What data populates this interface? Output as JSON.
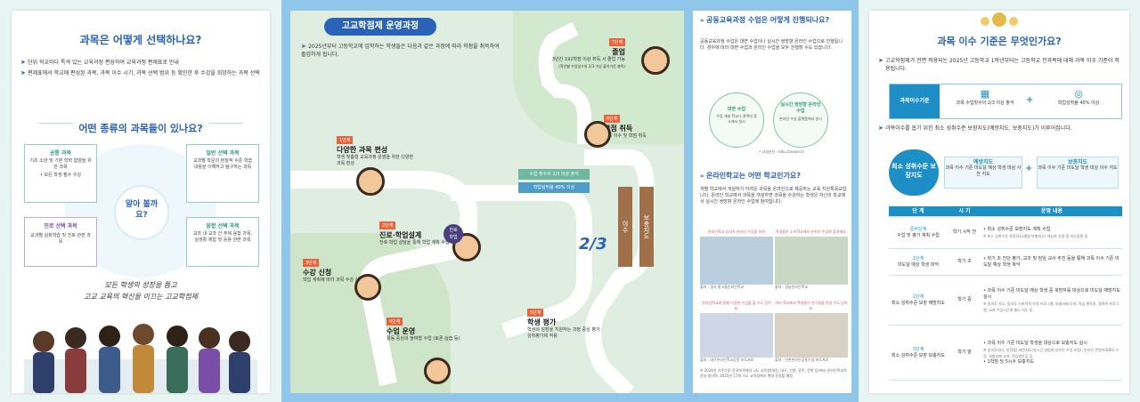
{
  "left_panel": {
    "title": "과목은 어떻게 선택하나요?",
    "bullets": [
      "단위 학교마다 특색 있는 교육과정 편성하여 교육과정 편제표로 안내",
      "편제표에서 학교에 편성된 과목, 과목 이수 시기, 과목 선택 범위 등 확인한 후 수강을 희망하는 과목 선택"
    ],
    "subtitle": "어떤 종류의 과목들이 있나요?",
    "center_label": "알아 볼까요?",
    "boxes": {
      "common": {
        "title": "공통 과목",
        "desc": "기초 소양 및 기본 학력 함양을 위한 과목",
        "note": "• 모든 학생 필수 수강"
      },
      "general": {
        "title": "일반 선택 과목",
        "desc": "교과별 학문의 본질적 수준 학습 내용을 이해하고 탐구하는 과목"
      },
      "career": {
        "title": "진로 선택 과목",
        "desc": "교과별 심화학습 및 진로 관련 과목"
      },
      "fusion": {
        "title": "융합 선택 과목",
        "desc": "교과 내·교과 간 주제 융합 과목, 실생활 체험 및 응용 관련 과목"
      }
    },
    "slogan_line1": "모든 학생의 성장을 돕고",
    "slogan_line2": "고교 교육의 혁신을 이끄는 고교학점제"
  },
  "map_panel": {
    "header": "고교학점제 운영과정",
    "intro": "2025년부터 고등학교에 입학하는 학생들은 다음과 같은 과정에 따라 학점을 취득하여 졸업하게 됩니다.",
    "badge_credit": "진로\n학업",
    "ribbon_top": "수업 횟수의 2/3 이상 출석",
    "ribbon_bottom": "학업성취율 40% 이상",
    "fraction": "2/3",
    "sign_left": "이수",
    "sign_right": "보충지도",
    "steps": [
      {
        "num": "1단계",
        "title": "다양한 과목 편성",
        "desc": "학생 맞춤형 교육과정 운영을 위한 다양한 과목 편성"
      },
      {
        "num": "2단계",
        "title": "진로·학업설계",
        "desc": "진로·학업 상담을 통해 학업 계획 수립"
      },
      {
        "num": "3단계",
        "title": "수강 신청",
        "desc": "학업 계획에 따라 과목 수강 신청"
      },
      {
        "num": "4단계",
        "title": "수업 운영",
        "desc": "활동 중심의 참여형 수업 (토론·실습 등)"
      },
      {
        "num": "5단계",
        "title": "학생 평가",
        "desc": "학생의 성장을 지원하는 과정 중심 평가 성취평가제 적용"
      },
      {
        "num": "6단계",
        "title": "학점 취득",
        "desc": "과목 이수 및 학점 취득"
      },
      {
        "num": "7단계",
        "title": "졸업",
        "desc": "3년간 192학점 이상 취득 시 졸업 가능",
        "note": "(학년별 수업일수의 2/3 이상 출석기준 충족)"
      }
    ]
  },
  "mid_panel": {
    "q1": "공동교육과정 수업은 어떻게 진행되나요?",
    "q1_text": "공동교육과정 수업은 대면 수업이나 실시간 쌍방향 온라인 수업으로 진행됩니다. 경우에 따라 대면 수업과 온라인 수업을 모두 진행할 수도 있습니다.",
    "circle_left_title": "대면 수업",
    "circle_left_desc": "수업 개설 학교나 권역의 장소에서 실시",
    "circle_right_title": "실시간 쌍방향 온라인 수업",
    "circle_right_desc": "온라인 수업 플랫폼에서 실시",
    "source1": "• 교실온닷 : edu.classon.kr",
    "q2": "온라인학교는 어떤 학교인가요?",
    "q2_text": "개별 학교에서 개설하기 어려운 과목을 온라인으로 제공하는 교육 지원특목교입니다. 온라인 학교에서 과목을 개설하면 과목을 수강하는 학생은 자신의 학교에서 실시간 쌍방향 온라인 수업에 참여합니다.",
    "photos": [
      {
        "caption": "온라인학교 강사가 온라인 수업을 하면",
        "source": "출처 : 경기 빛고을온라인학교"
      },
      {
        "caption": "학생들은 소속학교에서 온라인 수업에 참여해요.",
        "source": "출처 : 경남온라인학교"
      },
      {
        "caption": "온라인학교와 함께 다양한 수업을 할 수도 있어요.",
        "source": "출처 : 대구온라인학교공동 보도자료"
      },
      {
        "caption": "여러 학교에서 학생들이 친구들을 만날 수도 있어요.",
        "source": "출처 : 인천온라인공동수업 보도자료"
      }
    ],
    "footnote": "※ 2024년 기준으로 전국에 9개의 시도 교육청(대전, 대구, 인천, 광주, 전북 등)에서 온라인학교가 운영 중이며, 2025년 17개 시도 교육청에서 확대 운영할 예정"
  },
  "right_panel": {
    "title": "과목 이수 기준은 무엇인가요?",
    "bullet1": "고교학점제가 전면 적용되는 2025년 고등학교 1학년부터는 고등학교 전과목에 대해 과목 이수 기준이 적용됩니다.",
    "criteria_label": "과목이수기준",
    "criteria_attend": "과목 수업횟수의 2/3 이상 출석",
    "criteria_achieve": "학업성취율 40% 이상",
    "bullet2": "과목이수를 돕기 위한 최소 성취수준 보장지도(예방지도, 보충지도)가 이루어집니다.",
    "min_label": "최소 성취수준 보장지도",
    "prevent_title": "예방지도",
    "prevent_desc": "과목 이수 기준 미도달 예상 학생 대상 사전 지도",
    "supple_title": "보충지도",
    "supple_desc": "과목 이수 기준 미도달 학생 대상 이수 지도",
    "table_headers": [
      "단 계",
      "시 기",
      "운영 내용"
    ],
    "table_rows": [
      {
        "stage": "준비단계",
        "stage_sub": "수업 및 평가 계획 수립",
        "time": "학기 시작 전",
        "content": "• 최소 성취수준 보장지도 계획 수립",
        "content2": "※ 최소 성취수준 보장지도(예방·보충지도) 대상자 선정 및 지도방법 등"
      },
      {
        "stage": "1단계",
        "stage_sub": "미도달 예상 학생 파악",
        "time": "학기 초",
        "content": "• 학기 초 진단 평가, 교과 및 담임 교사 추천 등을 통해 과목 이수 기준 미도달 예상 학생 파악",
        "content2": ""
      },
      {
        "stage": "2단계",
        "stage_sub": "최소 성취수준 보장 예방지도",
        "time": "학기 중",
        "content": "• 과목 이수 기준 미도달 예상 학생 중 희망자를 대상으로 미도달 예방지도 실시",
        "content2": "※ 방과후 지도, 방과후 기초학력 보정 프로그램, 보충과제 부여, 학습 멘토링, 협력적 프로그램, 교과 수업시간에 별도 지도 등"
      },
      {
        "stage": "3단계",
        "stage_sub": "최소 성취수준 보장 보충지도",
        "time": "학기 말",
        "content": "• 과목 이수 기준 미도달 학생을 대상으로 보충지도 실시",
        "content2": "※ 방과후(또는 방학중) 대면지도(실시간 쌍방향 온라인 수업 포함), 온라인 콘텐츠(EBS) 수강, 보충과제 부여, 학습멘토링 등",
        "content3": "• 1학점 당 5시수 보충지도"
      }
    ]
  }
}
